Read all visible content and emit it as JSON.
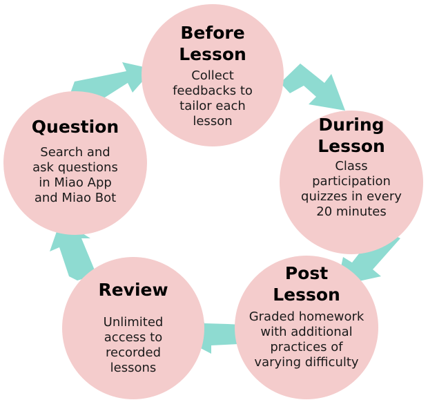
{
  "colors": {
    "node_fill": "#f4cccc",
    "arrow_fill": "#8edbd1"
  },
  "nodes": {
    "before": {
      "title": "Before\nLesson",
      "desc": "Collect\nfeedbacks to\ntailor each\nlesson"
    },
    "during": {
      "title": "During\nLesson",
      "desc": "Class\nparticipation\nquizzes in every\n20 minutes"
    },
    "post": {
      "title": "Post\nLesson",
      "desc": "Graded homework\nwith additional\npractices of\nvarying difficulty"
    },
    "review": {
      "title": "Review",
      "desc": "Unlimited\naccess to\nrecorded\nlessons"
    },
    "question": {
      "title": "Question",
      "desc": "Search and\nask questions\nin Miao App\nand Miao Bot"
    }
  }
}
